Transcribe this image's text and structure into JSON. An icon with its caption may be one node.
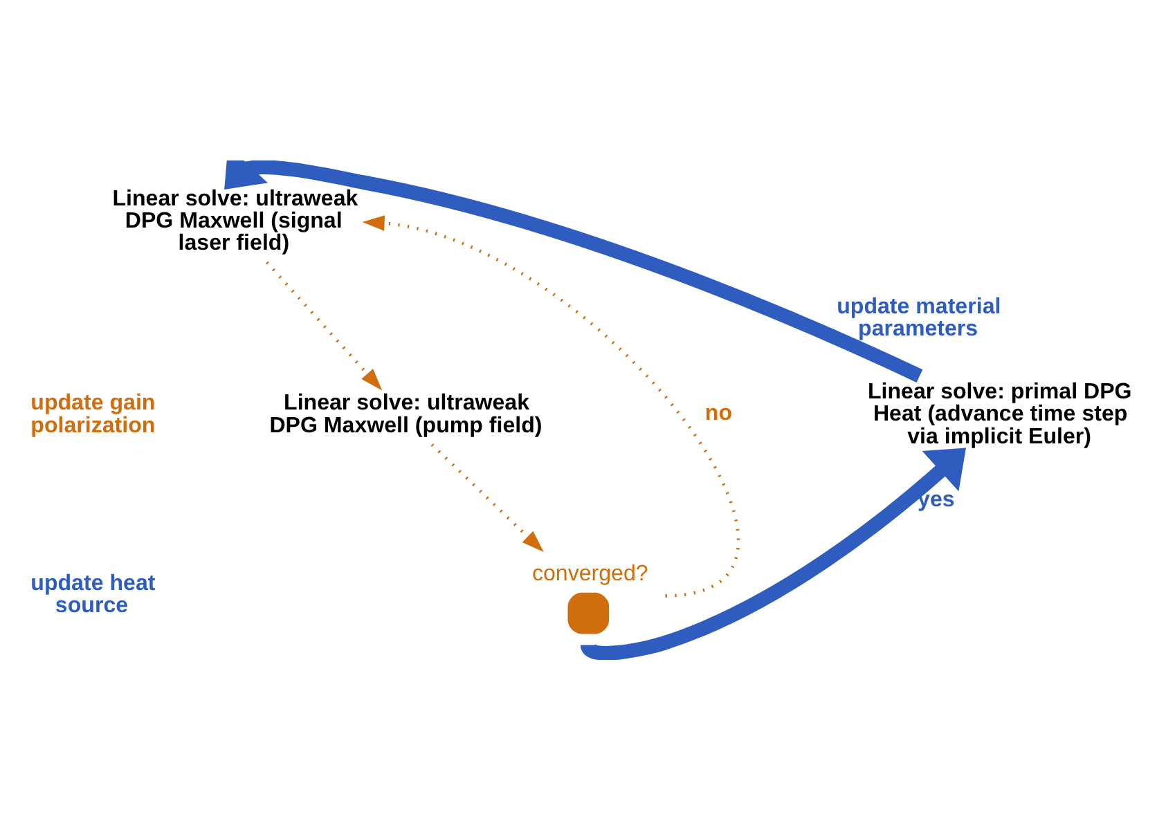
{
  "diagram": {
    "nodes": [
      {
        "text": [
          "Linear solve: ultraweak DPG Maxwell (signal laser field)"
        ]
      },
      {
        "text": [
          "Linear solve: ultraweak DPG Maxwell (pump field)"
        ]
      },
      {
        "text": [
          "converged?"
        ]
      },
      {
        "text": [
          "Linear solve: primal DPG Heat (advance time step via implicit Euler)"
        ]
      }
    ],
    "edges": [
      {
        "from": 0,
        "to": 1,
        "arrow": "to",
        "style": "dashed"
      },
      {
        "from": 1,
        "to": 2,
        "arrow": "to",
        "style": "dashed"
      },
      {
        "from": 2,
        "to": 0,
        "arrow": "to",
        "style": "dashed",
        "label": "no"
      },
      {
        "from": 2,
        "to": 3,
        "arrow": "to",
        "style": "thick",
        "color": "#2f5cbf",
        "label": "yes"
      },
      {
        "from": 3,
        "to": 0,
        "arrow": "to",
        "style": "thick",
        "color": "#2f5cbf",
        "label": "update material parameters"
      }
    ],
    "labels": [
      "update gain polarization",
      "update heat source"
    ]
  }
}
